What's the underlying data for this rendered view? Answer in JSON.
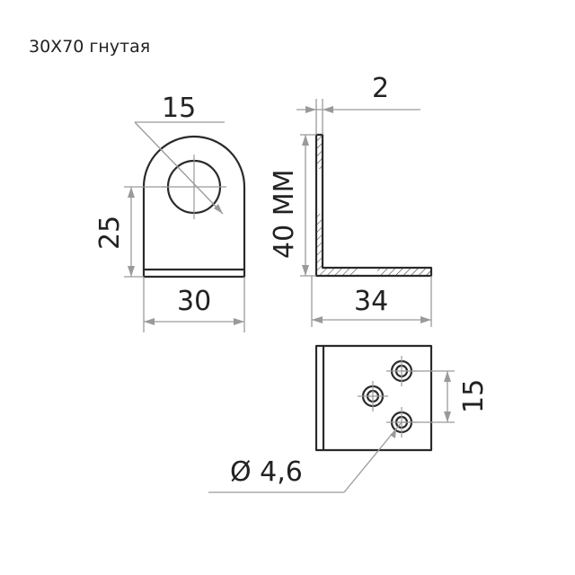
{
  "title": "30X70 гнутая",
  "dimensions": {
    "hole_width": "15",
    "height_front": "25",
    "width_front": "30",
    "thickness": "2",
    "height_side": "40 ММ",
    "length_side": "34",
    "hole_spacing": "15",
    "hole_diameter": "Ø 4,6"
  },
  "colors": {
    "outline": "#2a2a2a",
    "dimension": "#9a9a9a"
  }
}
